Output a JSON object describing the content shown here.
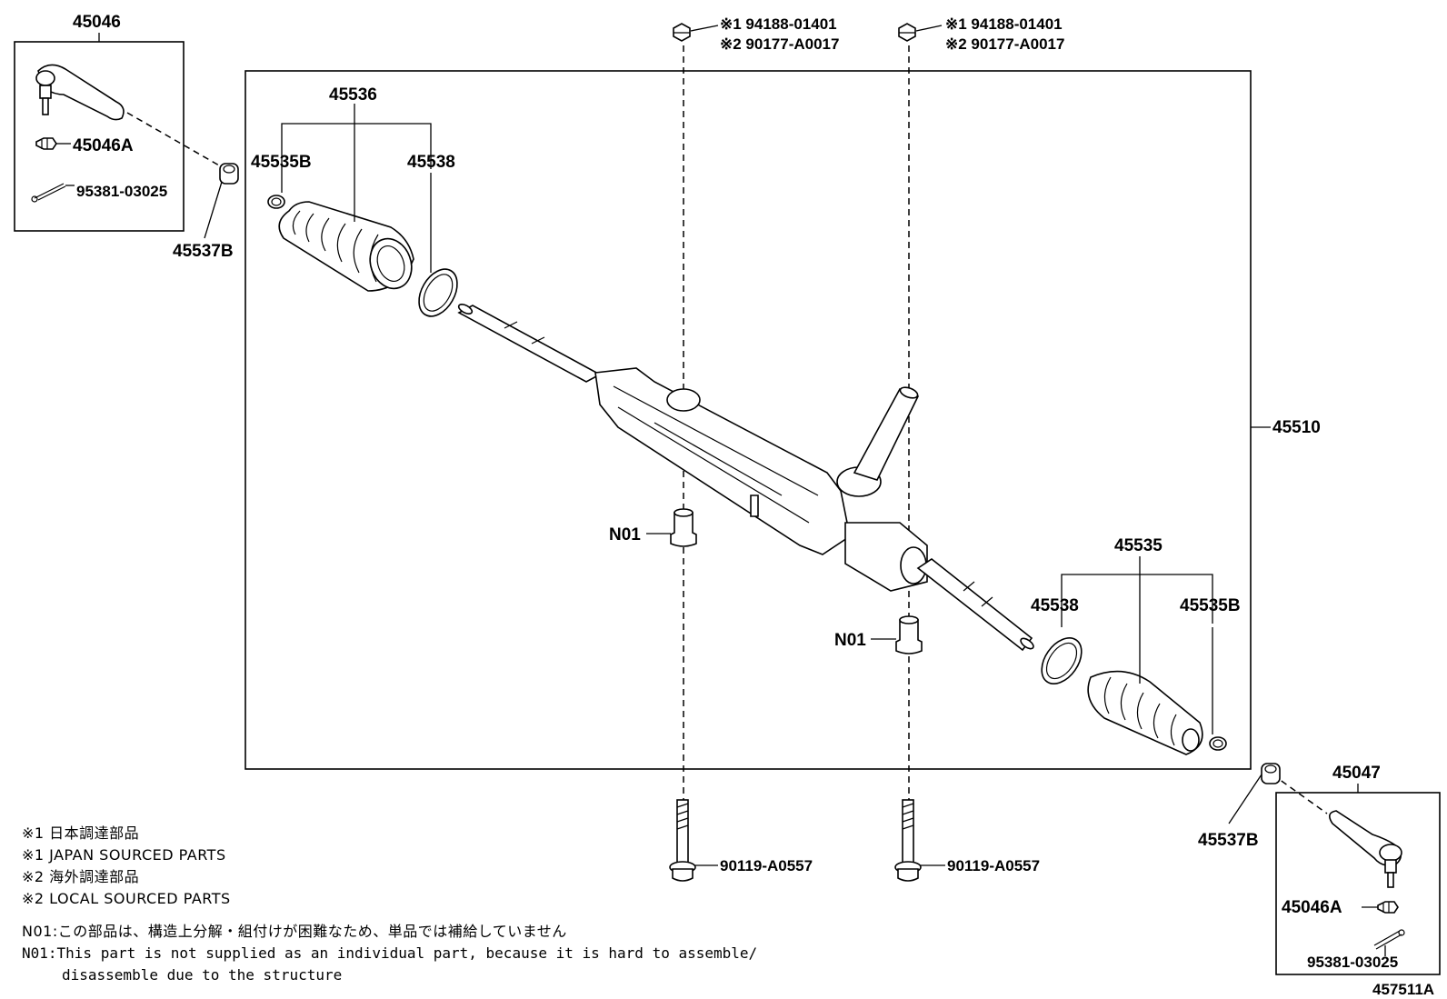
{
  "labels": {
    "tie_rod_end_left": "45046",
    "tie_rod_end_right": "45047",
    "nut_left": "45046A",
    "nut_right": "45046A",
    "cotter_pin_left": "95381-03025",
    "cotter_pin_right": "95381-03025",
    "boot_left": "45536",
    "clip_left": "45535B",
    "clamp_left": "45538",
    "seal_left": "45537B",
    "seal_right": "45537B",
    "gear_assy": "45510",
    "boot_right": "45535",
    "clamp_right": "45538",
    "clip_right": "45535B",
    "bush_left": "N01",
    "bush_right": "N01",
    "bolt_left": "90119-A0557",
    "bolt_right": "90119-A0557",
    "nut_top_left_1": "※1 94188-01401",
    "nut_top_left_2": "※2 90177-A0017",
    "nut_top_right_1": "※1 94188-01401",
    "nut_top_right_2": "※2 90177-A0017",
    "diagram_id": "457511A"
  },
  "notes": [
    "※1 日本調達部品",
    "※1 JAPAN SOURCED PARTS",
    "※2 海外調達部品",
    "※2 LOCAL SOURCED PARTS",
    "N01:この部品は、構造上分解・組付けが困難なため、単品では補給していません",
    "N01:This part is not supplied as an individual part, because it is hard to assemble/",
    "disassemble due to the structure"
  ]
}
